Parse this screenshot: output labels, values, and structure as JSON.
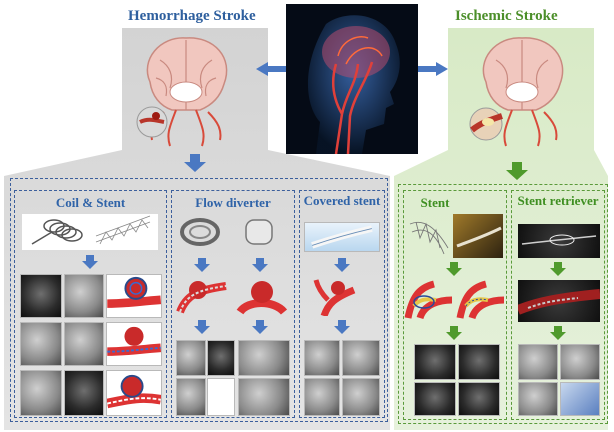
{
  "titles": {
    "hemorrhage": "Hemorrhage Stroke",
    "ischemic": "Ischemic Stroke"
  },
  "sections": {
    "coil_stent": "Coil & Stent",
    "flow_diverter": "Flow diverter",
    "covered_stent": "Covered stent",
    "stent": "Stent",
    "stent_retriever": "Stent retriever"
  },
  "colors": {
    "hemorrhage_title": "#2e5f9e",
    "ischemic_title": "#4c8f2a",
    "arrow_blue": "#4a78c2",
    "arrow_green": "#4f9a2c",
    "panel_gray": "#dcdcdc",
    "panel_green": "#e0eed4"
  },
  "icons": [
    "arrow-left-icon",
    "arrow-right-icon",
    "arrow-down-icon"
  ]
}
